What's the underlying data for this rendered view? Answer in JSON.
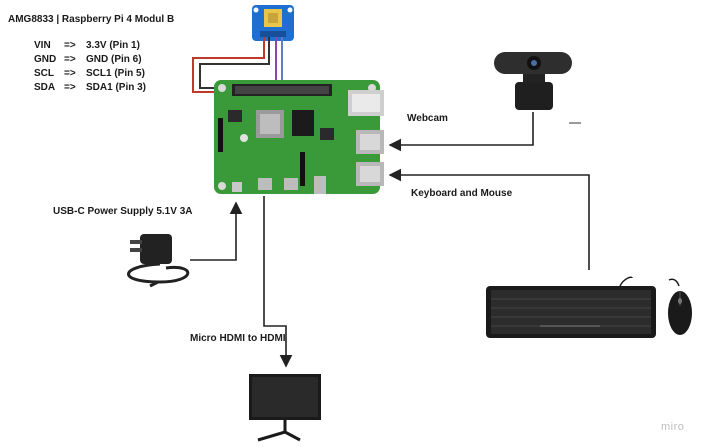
{
  "title": "AMG8833 | Raspberry Pi 4 Modul B",
  "pin_map": [
    {
      "pin": "VIN",
      "arrow": "=>",
      "target": "3.3V (Pin 1)"
    },
    {
      "pin": "GND",
      "arrow": "=>",
      "target": "GND (Pin 6)"
    },
    {
      "pin": "SCL",
      "arrow": "=>",
      "target": "SCL1 (Pin 5)"
    },
    {
      "pin": "SDA",
      "arrow": "=>",
      "target": "SDA1 (Pin 3)"
    }
  ],
  "labels": {
    "webcam": "Webcam",
    "keyboard_mouse": "Keyboard and Mouse",
    "power_supply": "USB-C Power Supply 5.1V 3A",
    "hdmi": "Micro HDMI to HDMI"
  },
  "watermark": "miro",
  "colors": {
    "board_green": "#3a9a3a",
    "wire_red": "#c0392b",
    "wire_gnd": "#333333",
    "wire_scl": "#8e44ad",
    "wire_sda": "#5b7fc8",
    "sensor_blue": "#1f6fd0"
  }
}
